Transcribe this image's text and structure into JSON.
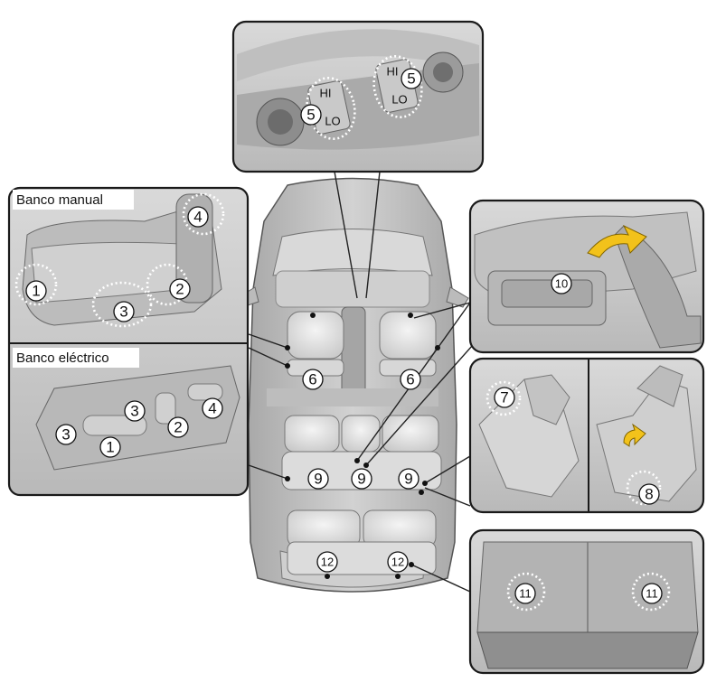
{
  "labels": {
    "manual_seat": "Banco manual",
    "power_seat": "Banco eléctrico"
  },
  "callouts": {
    "manual": [
      "1",
      "2",
      "3",
      "4"
    ],
    "power": [
      "3",
      "3",
      "1",
      "2",
      "4"
    ],
    "heater": [
      "5",
      "5"
    ],
    "car": [
      "6",
      "6",
      "9",
      "9",
      "9",
      "12",
      "12"
    ],
    "console": "10",
    "fold": [
      "7",
      "8"
    ],
    "trunk": [
      "11",
      "11"
    ]
  },
  "heater_switch": {
    "hi": "HI",
    "lo": "LO"
  },
  "colors": {
    "panel_bg": "#cfcfcf",
    "panel_border": "#1a1a1a",
    "car_body": "#bdbdbd",
    "seat": "#e6e6e6",
    "arrow": "#f2c21b"
  }
}
